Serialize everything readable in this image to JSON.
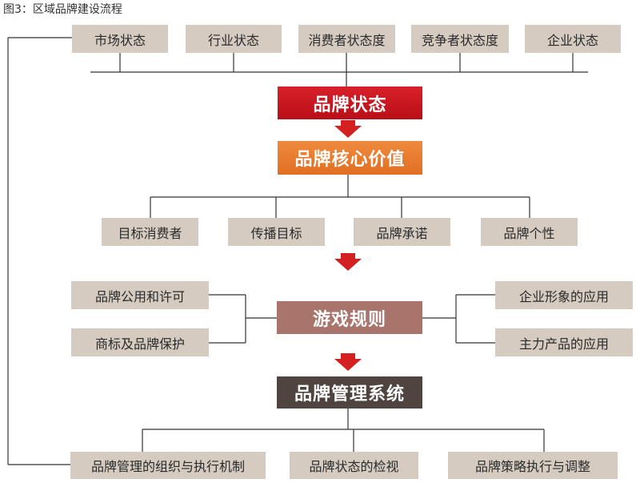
{
  "caption": "图3：区域品牌建设流程",
  "top_row": [
    "市场状态",
    "行业状态",
    "消费者状态度",
    "竞争者状态度",
    "企业状态"
  ],
  "brand_status": "品牌状态",
  "brand_core_value": "品牌核心价值",
  "core_row": [
    "目标消费者",
    "传播目标",
    "品牌承诺",
    "品牌个性"
  ],
  "game_rules": "游戏规则",
  "left_rules": [
    "品牌公用和许可",
    "商标及品牌保护"
  ],
  "right_rules": [
    "企业形象的应用",
    "主力产品的应用"
  ],
  "brand_management_system": "品牌管理系统",
  "bottom_row": [
    "品牌管理的组织与执行机制",
    "品牌状态的检视",
    "品牌策略执行与调整"
  ],
  "colors": {
    "box": "#d6cbc0",
    "status": "#c8161f",
    "core": "#e8772c",
    "rules": "#a9746c",
    "mgmt": "#4f4440",
    "arrow": "#d42020",
    "line": "#333333"
  }
}
